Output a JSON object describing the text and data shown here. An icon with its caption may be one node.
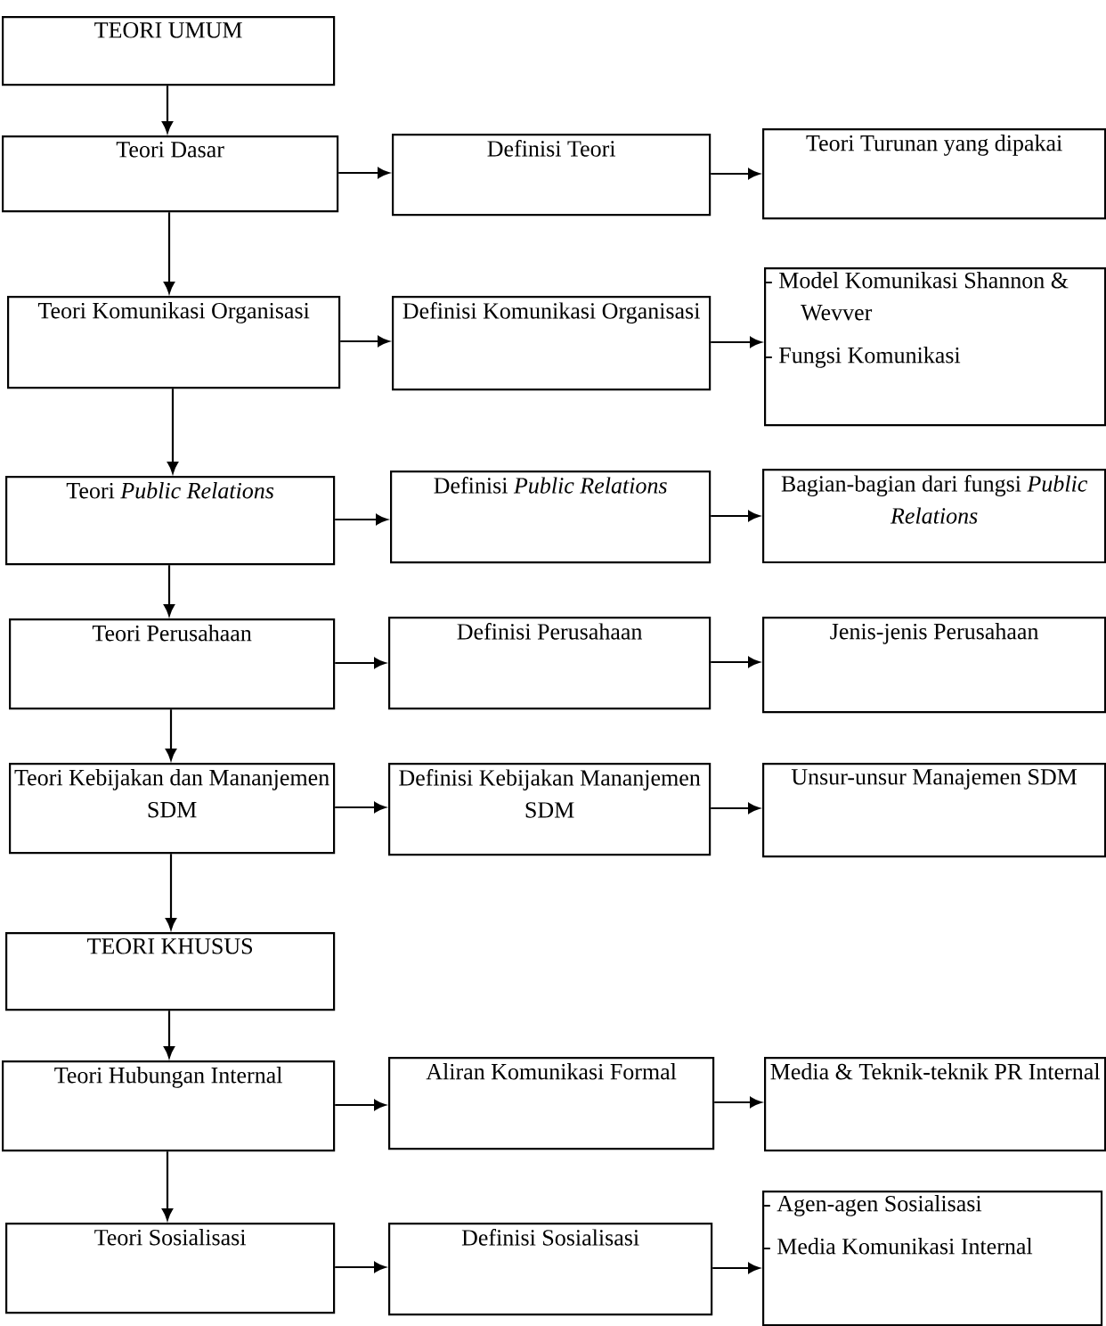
{
  "diagram": {
    "nodes": [
      {
        "text": [
          "TEORI UMUM"
        ]
      },
      {
        "text": [
          "Teori Dasar"
        ]
      },
      {
        "text": [
          "Definisi Teori"
        ]
      },
      {
        "text": [
          "Teori Turunan yang dipakai"
        ]
      },
      {
        "text": [
          "Teori Komunikasi Organisasi"
        ]
      },
      {
        "text": [
          "Definisi Komunikasi Organisasi"
        ]
      },
      {
        "text": [
          "- Model Komunikasi Shannon & Wevver",
          "- Fungsi Komunikasi"
        ]
      },
      {
        "text": [
          "Teori *Public Relations*"
        ]
      },
      {
        "text": [
          "Definisi *Public Relations*"
        ]
      },
      {
        "text": [
          "Bagian-bagian dari fungsi *Public Relations*"
        ]
      },
      {
        "text": [
          "Teori Perusahaan"
        ]
      },
      {
        "text": [
          "Definisi Perusahaan"
        ]
      },
      {
        "text": [
          "Jenis-jenis Perusahaan"
        ]
      },
      {
        "text": [
          "Teori Kebijakan dan Mananjemen SDM"
        ]
      },
      {
        "text": [
          "Definisi Kebijakan Mananjemen SDM"
        ]
      },
      {
        "text": [
          "Unsur-unsur Manajemen SDM"
        ]
      },
      {
        "text": [
          "TEORI KHUSUS"
        ]
      },
      {
        "text": [
          "Teori Hubungan Internal"
        ]
      },
      {
        "text": [
          "Aliran Komunikasi Formal"
        ]
      },
      {
        "text": [
          "Media & Teknik-teknik PR Internal"
        ]
      },
      {
        "text": [
          "Teori Sosialisasi"
        ]
      },
      {
        "text": [
          "Definisi Sosialisasi"
        ]
      },
      {
        "text": [
          "- Agen-agen Sosialisasi",
          "- Media Komunikasi Internal"
        ]
      }
    ],
    "edges": [
      {
        "from": 0,
        "to": 1,
        "arrow": "to"
      },
      {
        "from": 1,
        "to": 4,
        "arrow": "to"
      },
      {
        "from": 4,
        "to": 7,
        "arrow": "to"
      },
      {
        "from": 7,
        "to": 10,
        "arrow": "to"
      },
      {
        "from": 10,
        "to": 13,
        "arrow": "to"
      },
      {
        "from": 13,
        "to": 16,
        "arrow": "to"
      },
      {
        "from": 16,
        "to": 17,
        "arrow": "to"
      },
      {
        "from": 17,
        "to": 20,
        "arrow": "to"
      },
      {
        "from": 1,
        "to": 2,
        "arrow": "to"
      },
      {
        "from": 2,
        "to": 3,
        "arrow": "to"
      },
      {
        "from": 4,
        "to": 5,
        "arrow": "to"
      },
      {
        "from": 5,
        "to": 6,
        "arrow": "to"
      },
      {
        "from": 7,
        "to": 8,
        "arrow": "to"
      },
      {
        "from": 8,
        "to": 9,
        "arrow": "to"
      },
      {
        "from": 10,
        "to": 11,
        "arrow": "to"
      },
      {
        "from": 11,
        "to": 12,
        "arrow": "to"
      },
      {
        "from": 13,
        "to": 14,
        "arrow": "to"
      },
      {
        "from": 14,
        "to": 15,
        "arrow": "to"
      },
      {
        "from": 17,
        "to": 18,
        "arrow": "to"
      },
      {
        "from": 18,
        "to": 19,
        "arrow": "to"
      },
      {
        "from": 20,
        "to": 21,
        "arrow": "to"
      },
      {
        "from": 21,
        "to": 22,
        "arrow": "to"
      }
    ]
  }
}
